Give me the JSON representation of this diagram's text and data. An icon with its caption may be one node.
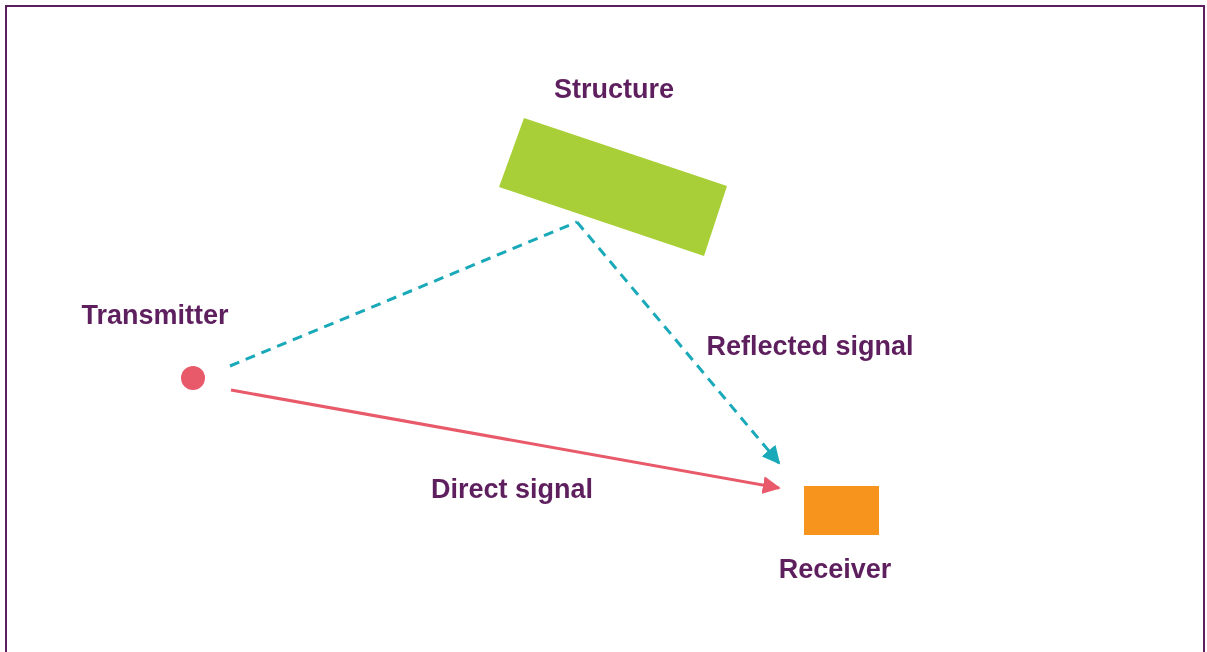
{
  "diagram": {
    "nodes": [
      {
        "text": [
          "Structure"
        ]
      },
      {
        "text": [
          "Transmitter"
        ]
      },
      {
        "text": [
          "Receiver"
        ]
      }
    ],
    "edges": [
      {
        "from": 1,
        "to": 0,
        "arrow": "none",
        "style": "dashed",
        "color": "#19a9b8"
      },
      {
        "from": 0,
        "to": 2,
        "arrow": "to",
        "style": "dashed",
        "color": "#19a9b8",
        "label": "Reflected signal"
      },
      {
        "from": 1,
        "to": 2,
        "arrow": "to",
        "color": "#e85a6a",
        "label": "Direct signal"
      }
    ]
  }
}
